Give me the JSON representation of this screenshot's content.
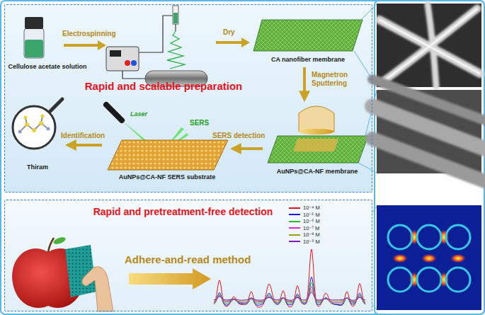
{
  "diagram": {
    "nodes": [
      {
        "text": [
          "Rapid and scalable preparation"
        ]
      },
      {
        "text": [
          "Cellulose acetate solution"
        ],
        "in": 0
      },
      {
        "text": [
          "CA nanofiber membrane"
        ],
        "in": 0
      },
      {
        "text": [
          "AuNPs@CA-NF membrane"
        ],
        "in": 0
      },
      {
        "text": [
          "AuNPs@CA-NF SERS substrate"
        ],
        "in": 0
      },
      {
        "text": [
          "Thiram"
        ],
        "in": 0
      },
      {
        "text": [
          "Rapid and pretreatment-free detection"
        ]
      }
    ],
    "edges": [
      {
        "from": 2,
        "to": 3,
        "label": "Magnetron Sputtering",
        "arrow": "to"
      },
      {
        "from": 3,
        "to": 4,
        "label": "SERS detection",
        "arrow": "to"
      },
      {
        "from": 4,
        "to": 5,
        "label": "Identification",
        "arrow": "to"
      }
    ],
    "labels": [
      "Electrospinning",
      "Dry",
      "Laser",
      "SERS",
      "Adhere-and-read method"
    ],
    "legend": [
      {
        "text": "10⁻⁴ M",
        "color": "#e8141c"
      },
      {
        "text": "10⁻⁵ M",
        "color": "#1a1ae6"
      },
      {
        "text": "10⁻⁶ M",
        "color": "#2db82d"
      },
      {
        "text": "10⁻⁷ M",
        "color": "#e020e0"
      },
      {
        "text": "10⁻⁸ M",
        "color": "#9a9a20"
      },
      {
        "text": "10⁻⁹ M",
        "color": "#7a1fc0"
      }
    ]
  }
}
